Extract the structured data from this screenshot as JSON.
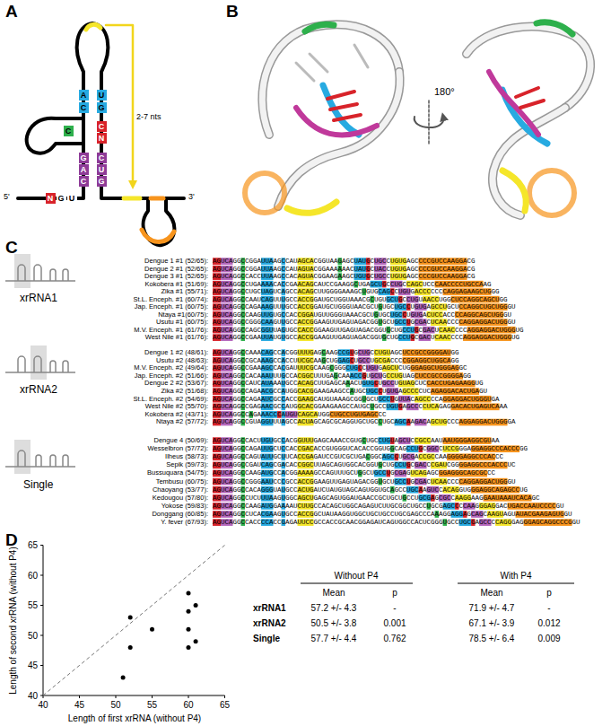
{
  "diagram": {
    "labels": [
      "A",
      "B",
      "C",
      "D",
      "2-7 nts",
      "5'",
      "3'",
      "A",
      "C",
      "C",
      "G",
      "A",
      "C",
      "U",
      "G",
      "C",
      "N",
      "C",
      "U",
      "G",
      "N",
      "G",
      "U",
      "180°",
      "xrRNA1",
      "xrRNA2",
      "Single",
      "Dengue 1 #1 (52/65):",
      "AGUCAGGCCGGAUUAAGCCAUAGCACGGUAAGAGCUAUGCUGCCUGUGAGCCCCGUCCAAGGACG",
      "Dengue 2 #1 (52/65):",
      "AGUCAGGCCGGAUUAAGCCAUAGUACGGAAAAAACUAUGCUACCUGUGAGCCCCGUCCAAGGACG",
      "Dengue 3 #1 (52/65):",
      "AGUCAGGCCACCUUAAGCCACAGUACGGAAGAAGCUGUGCUGCCUGUGAGCCCCGUCCAAGGACG",
      "Kokobera #1 (51/69):",
      "AGUCAGGCCUGAAAACACCGAACAGCAUCCGAAGGCUGAGCUGCCUGCCAGCUCCCAACCCCUGCCAAG",
      "Zika #1 (55/71):",
      "AGUCAGGCCUGCUAGUCAGCCACAGCUUGGGGAAAGCUGUGCAGCCUGUGACCCCCCCAGGAGAAGCUGGG",
      "St.L. Enceph. #1 (60/74):",
      "AGUCAGGCCAAUCAGUUUGCCACCGGAUGCUGGUAAACGCUGUGCUGCCUGUAACCUGGCUCCAGGCAGCUGG",
      "Jap. Enceph. #1 (60/75):",
      "AGUCAGGCCAGAAAGUUUGCCACCGGAUGCUGGGUAACGCUGUGCUGCCUGUGAGCCUGCUCCAGGCUGCUGGGU",
      "Ntaya #1(60/75):",
      "AGUCAGGCCAAGUUGUGCCACCGGAUGUUGGGUAAACGCUGUGCUGCCUGUGACUCCACCCCAGGCAGCUGGGU",
      "Usutu #1 (60/75):",
      "AGUCAGGCCGGGCAAGUUGCCACCGGAAGUUGAGUAGACGGUGCUGCCUGCGACUCAACCCCAGGAGGACUGGGU",
      "M.V. Enceph. #1 (61/76):",
      "AGUCAGGCCAGCGGUUAGUGCCACCGGAAGUUGAGUAGACGGUGCUGCCUGCGACUCAACCCCAGGAGGACUGGGUG",
      "West Nile #1 (61/76):",
      "AGUCAGGCCGAAUUAUGUGCCACCGGAAGUUGAGUAGACGGUGCUGCCUGCGACUCAACCCCAGGAGGACUGGGUG",
      "Dengue 1 #2 (48/61):",
      "AGUCAGGCCAAACAGCCACGGUUUGAGCAAGCCGUGCUGCCUGUAGCUCCGCCGGGGAUGG",
      "Usutu #2 (48/63):",
      "AGUCAGGCCGCAAAGCCACCUUCGCAAGCUGGAGCUGCCUGCGACCCCGGAGGCUGGCAGG",
      "M.V. Enceph. #2 (49/64):",
      "AGUCAGGCCGAAAGCCACGAUUUCGCAAGCGGGCUGCCUGUGAGCUCUGGGAGGCUGGGAGGC",
      "Jap. Enceph. #2 (51/66):",
      "AGUCAGGCCACAAAUUUGCCACGGCUUUGAGCAAACCGUGCUGCCUGUAGCUCCGCCGGGGAGG",
      "Dengue 2 #2 (53/67):",
      "AGUCAGGCCAUCAUAAAUGCCACAGCUUGAGCAAACUGUGCUGCCUGUAGCUCCACCUGAGAAGGUG",
      "Zika #2 (51/68):",
      "AGUCAGGCCAGAACGCCAUGGCACGGAAGAAGCCAUGCUGCCUGUGAGCCCCUCAGAGGACACUGAGU",
      "St.L. Enceph. #2 (54/69):",
      "AGUCAGGCCAGAAUCGCCACCGAAGCAUGUAAAGCGGUGCUGCCUGUUACAGCCCCAGGAGGACUGGGUGA",
      "West Nile #2 (55/70):",
      "AGUCAGGCCGAGAACGCCAUGGCACGGAAGAAGCCAUGCUGCCUGUGAGCCCCUCAGAGGACACUGAGUCAAA",
      "Kokobera #2 (43/71):",
      "AGUCAGGCCAGAAACCCAUGUCAGCAUGGCUGCCUGUGAGCCC",
      "Ntaya #2 (57/72):",
      "AGUCAGGCCGUAGGUUUAGCCACUAGCAGCGCAGGUGCUGCCUGCAGCAAGACAGCUGCCCAGGAGGACUGGGGA",
      "Dengue 4 (50/69):",
      "AGUCAGGCCACUUGUGCCACGGUUUGAGCAAACCGUGCUGCCUGUAGCUCCGCCAAUAAUGGGAGGCGUAA",
      "Wesselbron (57/72):",
      "AGUCAGGCCAGAUUGCUCCACCGACACCGUGGGUCACACCGGUGGCAGCCUGCGGCCUCCGGGAGGAGGCCCACCCGG",
      "Ilheus (58/73):",
      "AGUCAGGCCAGUAUUGCUUCACCGAGAUCCGUCGCUGACGGCAGCCUGCGACCGCCAAGGGGAGGCCCACCC",
      "Sepik (59/73):",
      "AGUCAGGCCGAUCAGCGACACCGGCUUAGCAGUGGCACGGUGCUGCCUGCGACCCGAUCGGGGAGGCCCACCCUC",
      "Bussuquara (54/75):",
      "AGUCAGGCCAAGAUGCCACGGAAAAGCCAGUUUGCUGGCUGCCUGCGAGUCAGAGCGGAGGGCAGCGCCC",
      "Tembusu (60/75):",
      "AGUCAGGCCGGGAAUCCCGCCACCGGAAGUUGAGUAGACGGUGCUGCCUGCGACUCAACCCCAGGAGGACUGGGU",
      "Chaoyang (53/77):",
      "AGUCAGGCCACAGGGUAUGCCACUGAUCUAUGUAGCAGUGGUGCAGCCUGCAAGUCCACAGGUGGGAGGCAGAGCCUG",
      "Kedougou (57/80):",
      "AGUCAGGCCUCUUUAAGUGGCAGCUGAGCAGUGGAUGAACCGCUGCUGCCUGCGAGCGCCAAGGAAGGAAUAAAUCACAGC",
      "Yokose (59/83):",
      "AGUCAGGCCAAGAUGGAAAAUCUUGCCACAGCUGGCAGAGUCUUGCGGCUGCCUGCGAGCCCCAAGGGAGGACUGACCAAUCCCCGU",
      "Donggang (60/85):",
      "AGUCAGGCCUCACGAAGUGCCACCGGCUAUAAGGUGGCUGCUGCCUGCGAGCCCAAAGGAGGAGCAGCAAGUAGUAUACGAAGAGUGGU",
      "Y. fever (67/93):",
      "AGUCAGGCCACCCCACCGAGAUUCCGCCACCGCAACGGAGAUCAGUGGCCACUCGGGUGCCUGCGAGCCCCAGGGAGGGAGCAGGCCCGGU",
      "40",
      "45",
      "50",
      "55",
      "60",
      "65",
      "40",
      "45",
      "50",
      "55",
      "60",
      "65",
      "Length of first xrRNA  (without P4)",
      "Length of second xrRNA  (without P4)",
      "Without P4",
      "With P4",
      "Mean",
      "p",
      "Mean",
      "p",
      "xrRNA1",
      "57.2 +/- 4.3",
      "-",
      "71.9 +/- 4.7",
      "-",
      "xrRNA2",
      "50.5 +/- 3.8",
      "0.001",
      "67.1 +/- 3.9",
      "0.012",
      "Single",
      "57.7 +/- 4.4",
      "0.762",
      "78.5 +/- 6.4",
      "0.009"
    ]
  }
}
